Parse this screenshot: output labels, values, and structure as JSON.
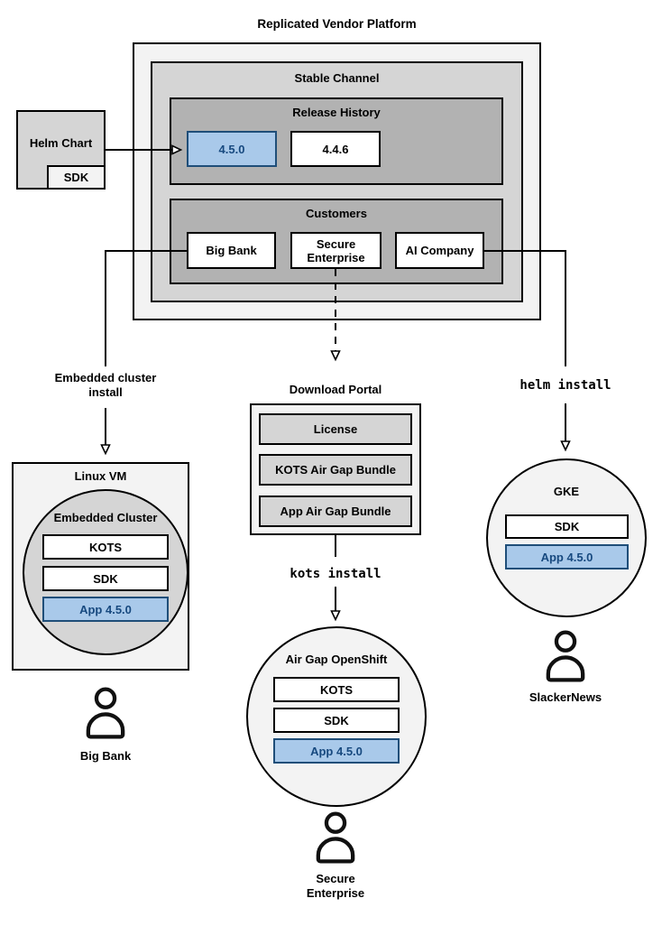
{
  "title": "Replicated Vendor Platform",
  "platform": {
    "stable_channel_label": "Stable Channel",
    "release_history": {
      "label": "Release History",
      "current_version": "4.5.0",
      "previous_version": "4.4.6"
    },
    "customers": {
      "label": "Customers",
      "big_bank": "Big Bank",
      "secure_enterprise": "Secure Enterprise",
      "ai_company": "AI Company"
    }
  },
  "helm_chart": {
    "label": "Helm Chart",
    "sdk_label": "SDK"
  },
  "flows": {
    "embedded": {
      "arrow_label": "Embedded cluster install"
    },
    "airgap": {
      "portal_label": "Download Portal",
      "command": "kots install"
    },
    "helm": {
      "command": "helm install"
    }
  },
  "download_portal": {
    "items": [
      "License",
      "KOTS Air Gap Bundle",
      "App Air Gap Bundle"
    ]
  },
  "linux_vm": {
    "label": "Linux VM",
    "cluster_label": "Embedded Cluster",
    "components": [
      "KOTS",
      "SDK",
      "App 4.5.0"
    ],
    "user": "Big Bank"
  },
  "openshift": {
    "label": "Air Gap OpenShift",
    "components": [
      "KOTS",
      "SDK",
      "App 4.5.0"
    ],
    "user": "Secure Enterprise"
  },
  "gke": {
    "label": "GKE",
    "components": [
      "SDK",
      "App 4.5.0"
    ],
    "user": "SlackerNews"
  },
  "colors": {
    "highlight_fill": "#A9C9EA",
    "highlight_border": "#1F4E79",
    "highlight_text": "#17497F",
    "box_gray_light": "#f3f3f3",
    "box_gray_mid": "#d5d5d5",
    "box_gray_dark": "#b2b2b2",
    "line": "#000000"
  }
}
